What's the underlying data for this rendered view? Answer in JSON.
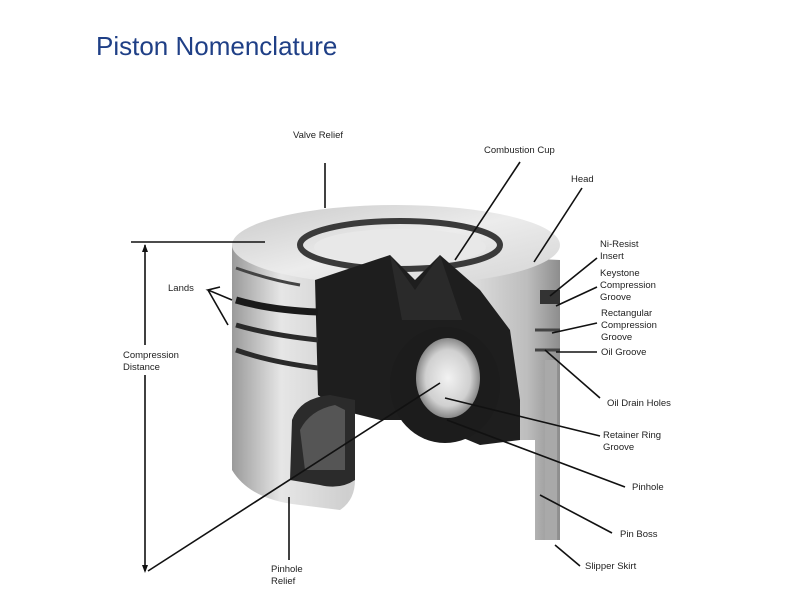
{
  "title": "Piston Nomenclature",
  "labels": {
    "valve_relief": "Valve Relief",
    "combustion_cup": "Combustion Cup",
    "head": "Head",
    "ni_resist_insert": "Ni-Resist\nInsert",
    "keystone_compression_groove": "Keystone\nCompression\nGroove",
    "rectangular_compression_groove": "Rectangular\nCompression\nGroove",
    "oil_groove": "Oil Groove",
    "oil_drain_holes": "Oil Drain Holes",
    "retainer_ring_groove": "Retainer Ring\nGroove",
    "pinhole": "Pinhole",
    "pin_boss": "Pin Boss",
    "slipper_skirt": "Slipper Skirt",
    "pinhole_relief": "Pinhole\nRelief",
    "lands": "Lands",
    "compression_distance": "Compression\nDistance"
  },
  "colors": {
    "title": "#1f3f86",
    "metal_light": "#d8d8d8",
    "metal_dark": "#222222"
  }
}
